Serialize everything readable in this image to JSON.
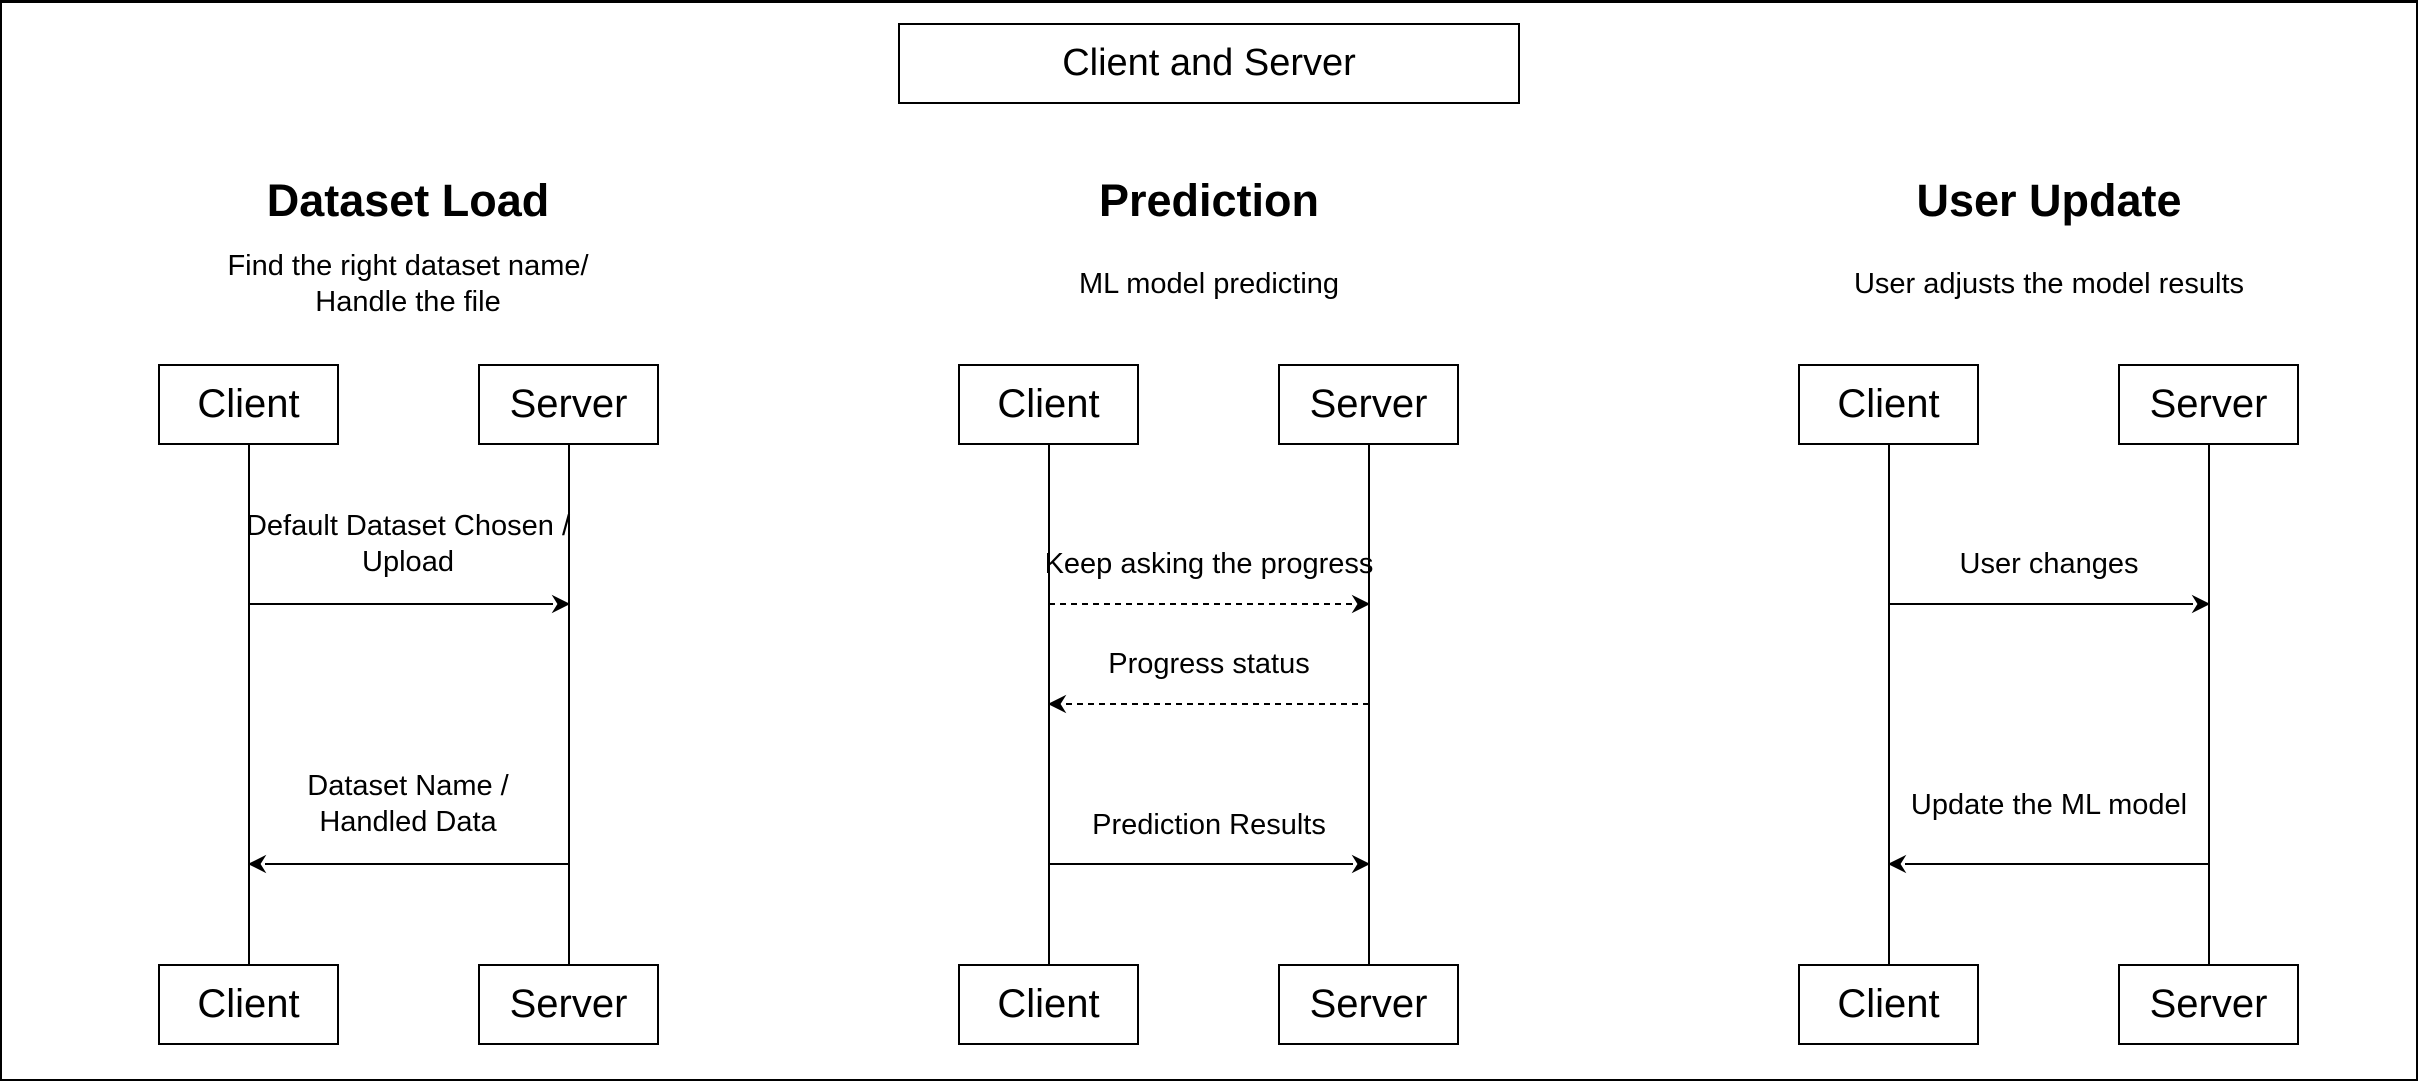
{
  "diagram": {
    "title": "Client and Server",
    "sections": [
      {
        "heading": "Dataset Load",
        "description_lines": [
          "Find the right dataset name/",
          "Handle the file"
        ],
        "actors": {
          "left": "Client",
          "right": "Server"
        },
        "messages": [
          {
            "label_lines": [
              "Default Dataset Chosen /",
              "Upload"
            ],
            "direction": "right",
            "style": "solid"
          },
          {
            "label_lines": [
              "Dataset Name /",
              "Handled Data"
            ],
            "direction": "left",
            "style": "solid"
          }
        ]
      },
      {
        "heading": "Prediction",
        "description_lines": [
          "ML model predicting"
        ],
        "actors": {
          "left": "Client",
          "right": "Server"
        },
        "messages": [
          {
            "label_lines": [
              "Keep asking the progress"
            ],
            "direction": "right",
            "style": "dashed"
          },
          {
            "label_lines": [
              "Progress status"
            ],
            "direction": "left",
            "style": "dashed"
          },
          {
            "label_lines": [
              "Prediction Results"
            ],
            "direction": "right",
            "style": "solid"
          }
        ]
      },
      {
        "heading": "User Update",
        "description_lines": [
          "User adjusts the model results"
        ],
        "actors": {
          "left": "Client",
          "right": "Server"
        },
        "messages": [
          {
            "label_lines": [
              "User changes"
            ],
            "direction": "right",
            "style": "solid"
          },
          {
            "label_lines": [
              "Update the ML model"
            ],
            "direction": "left",
            "style": "solid"
          }
        ]
      }
    ]
  }
}
